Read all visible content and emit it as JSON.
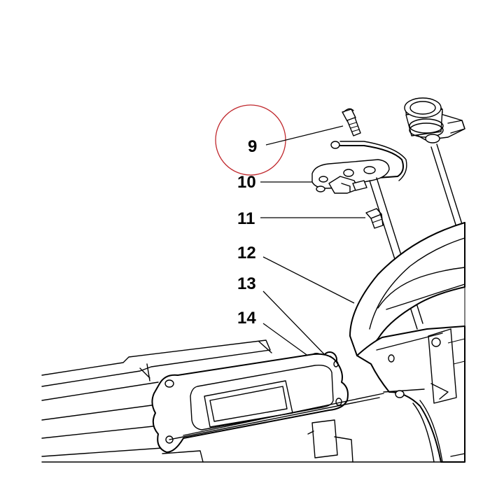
{
  "callouts": {
    "c9": "9",
    "c10": "10",
    "c11": "11",
    "c12": "12",
    "c13": "13",
    "c14": "14"
  },
  "highlight": {
    "circle_color": "#c0282d",
    "target_callout": "9"
  },
  "colors": {
    "ink": "#000000",
    "paper": "#ffffff"
  }
}
